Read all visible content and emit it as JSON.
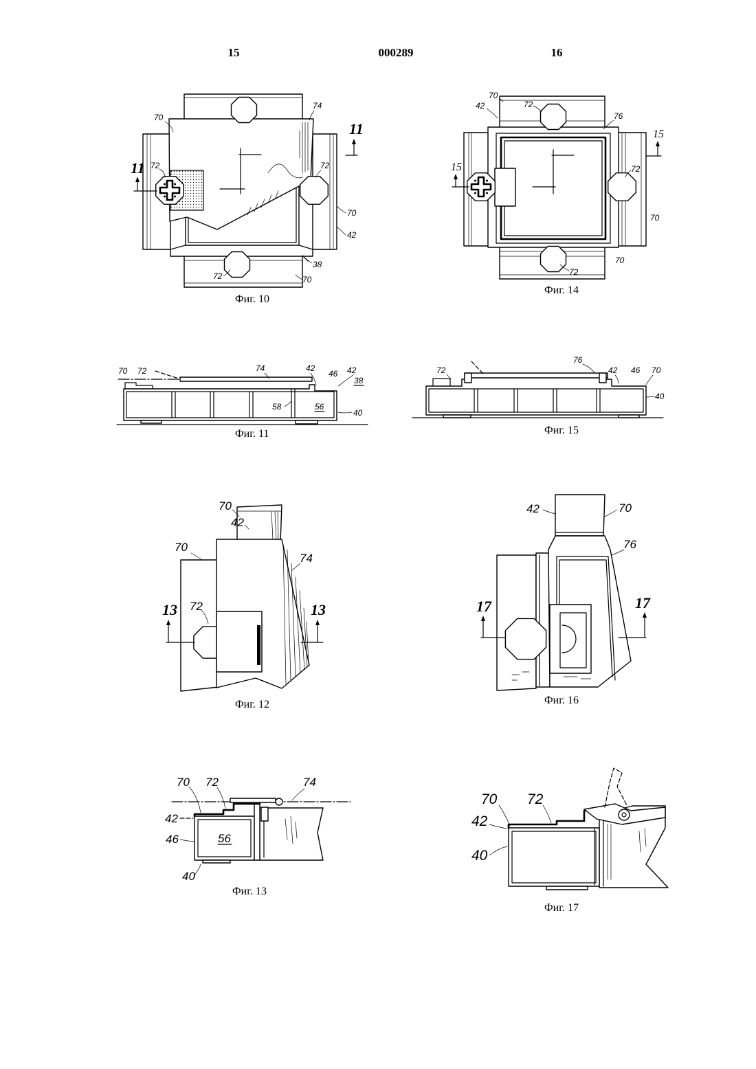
{
  "colors": {
    "ink": "#000000",
    "paper": "#ffffff"
  },
  "header": {
    "left_page": "15",
    "doc_number": "000289",
    "right_page": "16"
  },
  "figures": {
    "fig10": {
      "caption": "Фиг. 10",
      "labels": [
        "70",
        "74",
        "11",
        "72",
        "11",
        "72",
        "70",
        "42",
        "38",
        "72",
        "70"
      ]
    },
    "fig14": {
      "caption": "Фиг. 14",
      "labels": [
        "70",
        "42",
        "72",
        "76",
        "15",
        "15",
        "72",
        "70",
        "70",
        "72"
      ]
    },
    "fig11": {
      "caption": "Фиг. 11",
      "labels": [
        "70",
        "72",
        "74",
        "42",
        "46",
        "42",
        "38",
        "58",
        "56",
        "40"
      ]
    },
    "fig15": {
      "caption": "Фиг. 15",
      "labels": [
        "72",
        "76",
        "42",
        "46",
        "70",
        "40"
      ]
    },
    "fig12": {
      "caption": "Фиг. 12",
      "labels": [
        "70",
        "42",
        "70",
        "74",
        "72",
        "13",
        "13"
      ]
    },
    "fig16": {
      "caption": "Фиг. 16",
      "labels": [
        "42",
        "70",
        "76",
        "17",
        "17"
      ]
    },
    "fig13": {
      "caption": "Фиг. 13",
      "labels": [
        "70",
        "72",
        "74",
        "42",
        "46",
        "56",
        "40"
      ]
    },
    "fig17": {
      "caption": "Фиг. 17",
      "labels": [
        "70",
        "72",
        "42",
        "40"
      ]
    }
  }
}
